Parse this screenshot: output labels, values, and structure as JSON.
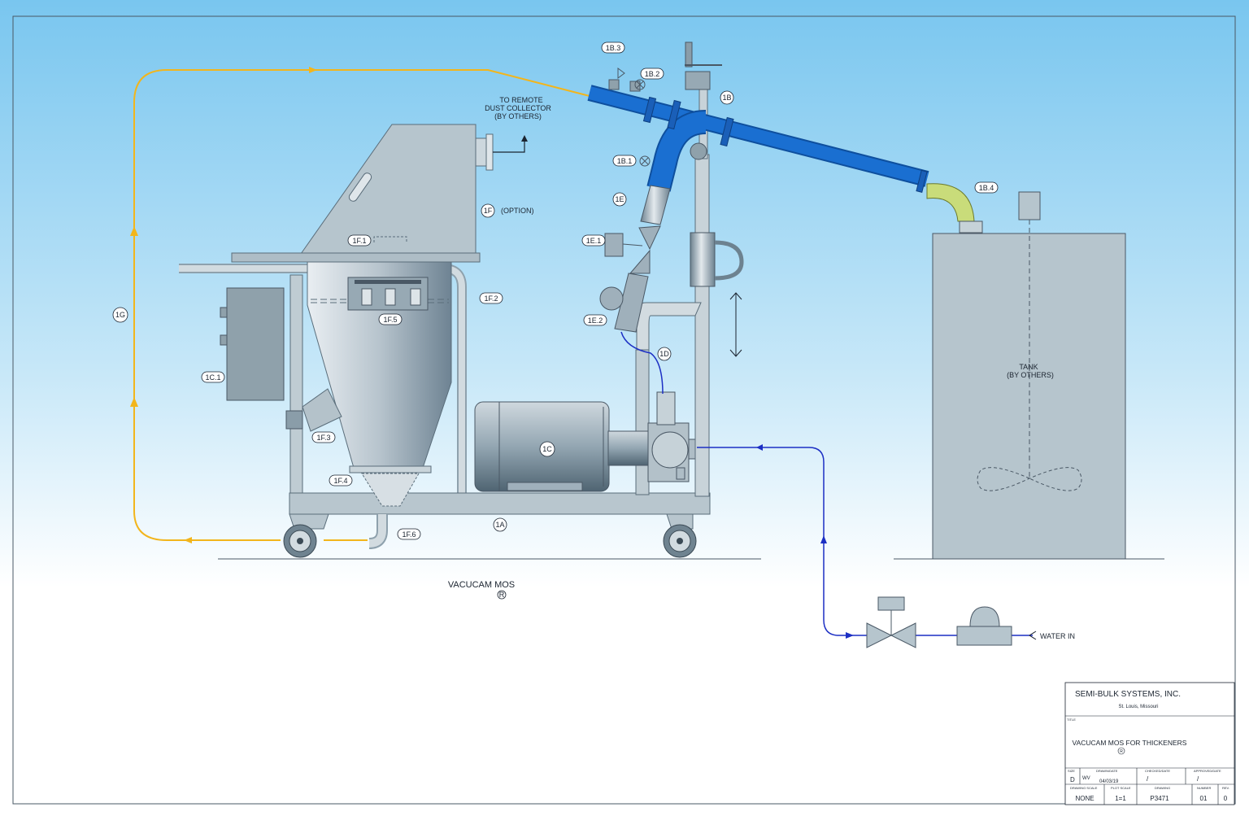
{
  "colors": {
    "sky_top": "#7cc7ef",
    "sky_bottom": "#ffffff",
    "steel": "#a9b9c3",
    "steel_dark": "#6d8290",
    "pipe_blue": "#1a6fd1",
    "yellow_line": "#f2b51c",
    "water_line": "#1c2fc4",
    "elbow_yellow": "#c9dc7a"
  },
  "callouts": {
    "b3": "1B.3",
    "b2": "1B.2",
    "b": "1B",
    "b1": "1B.1",
    "b4": "1B.4",
    "e": "1E",
    "e1": "1E.1",
    "e2": "1E.2",
    "d": "1D",
    "f": "1F",
    "f1": "1F.1",
    "f2": "1F.2",
    "f3": "1F.3",
    "f4": "1F.4",
    "f5": "1F.5",
    "f6": "1F.6",
    "g": "1G",
    "c1": "1C.1",
    "c": "1C",
    "a": "1A"
  },
  "notes": {
    "dust1": "TO REMOTE",
    "dust2": "DUST COLLECTOR",
    "dust3": "(BY OTHERS)",
    "option": "(OPTION)",
    "tank1": "TANK",
    "tank2": "(BY OTHERS)",
    "water_in": "WATER IN",
    "machine_name": "VACUCAM  MOS",
    "registered": "R"
  },
  "title_block": {
    "company": "SEMI-BULK SYSTEMS, INC.",
    "location": "St. Louis, Missouri",
    "title_label": "TITLE",
    "title": "VACUCAM  MOS FOR THICKENERS",
    "title_mark": "R",
    "h_size": "SIZE",
    "h_drawn": "DRAWN/DATE",
    "h_checked": "CHECKED/DATE",
    "h_approved": "APPROVED/DATE",
    "size": "D",
    "drawn_by": "WV",
    "drawn_date": "04/03/19",
    "checked": "/",
    "approved": "/",
    "h_scale": "DRAWING SCALE",
    "h_plot": "PLOT SCALE",
    "h_drawing": "DRAWING",
    "h_number": "NUMBER",
    "h_rev": "REV.",
    "scale": "NONE",
    "plot": "1=1",
    "drawing": "P3471",
    "number": "01",
    "rev": "0"
  }
}
